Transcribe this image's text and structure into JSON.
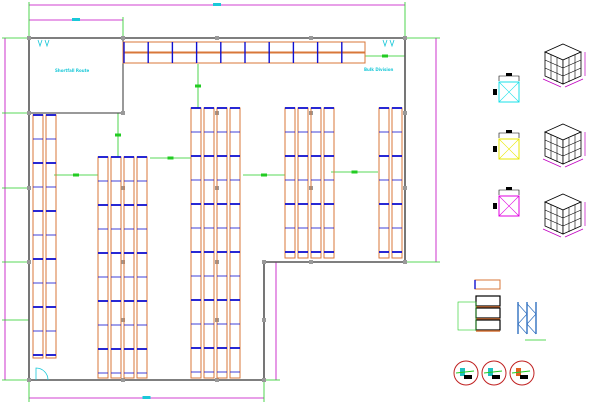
{
  "drawing": {
    "title": "Warehouse Layout Plan",
    "rooms": {
      "office_label": "Shortfall Route",
      "dock_label": "Bulk Division"
    },
    "colors": {
      "wall": "#555555",
      "rack_upright": "#d8773a",
      "rack_beam": "#1010d0",
      "dimension": "#c000c0",
      "extension": "#22cc22",
      "text": "#19c8d8"
    },
    "legend_items": [
      {
        "name": "pallet-cyan",
        "color": "#19e0e8"
      },
      {
        "name": "pallet-yellow",
        "color": "#e8e800"
      },
      {
        "name": "pallet-magenta",
        "color": "#e000e0"
      }
    ],
    "equipment_icons": [
      "forklift-icon",
      "pallet-jack-icon",
      "stacker-icon"
    ]
  }
}
